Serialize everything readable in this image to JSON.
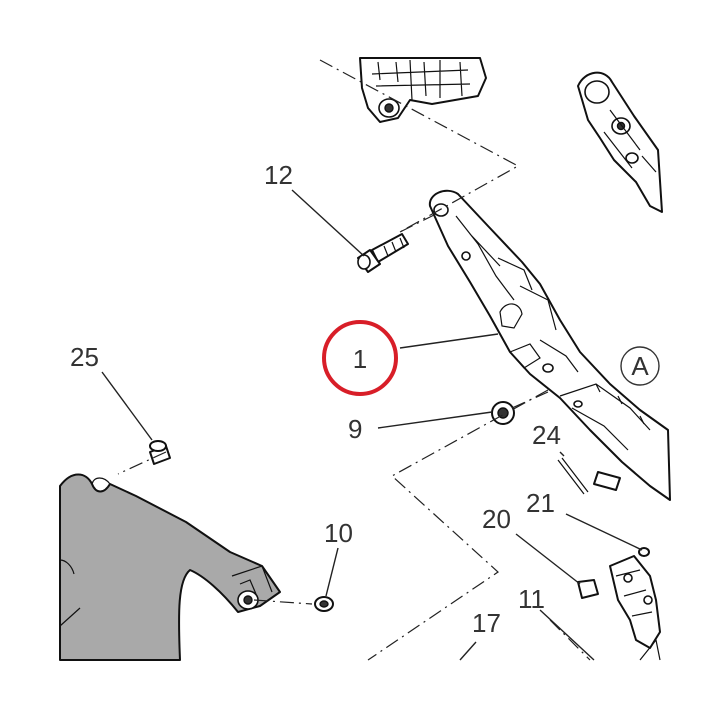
{
  "callouts": {
    "c1": "1",
    "c9": "9",
    "c10": "10",
    "c11": "11",
    "c12": "12",
    "c17": "17",
    "c20": "20",
    "c21": "21",
    "c24": "24",
    "c25": "25"
  },
  "view_label": "A",
  "highlight": {
    "target": "1",
    "color": "#d81e28"
  }
}
